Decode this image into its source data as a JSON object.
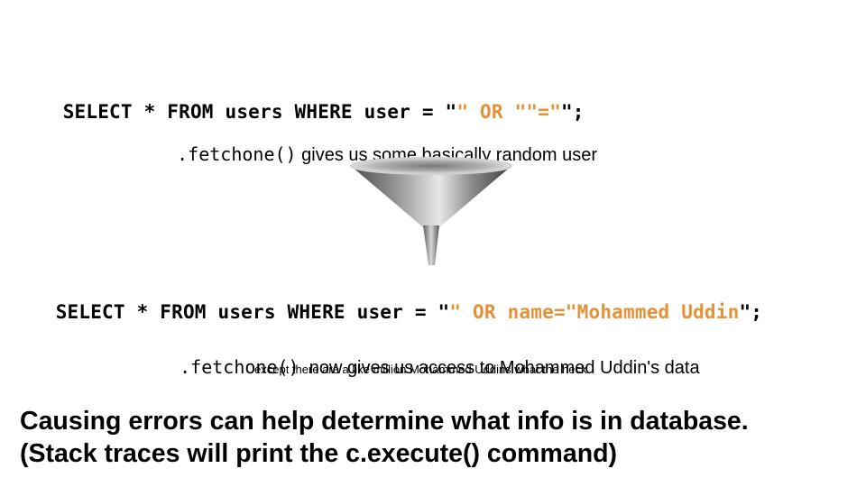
{
  "query1": {
    "part1": "SELECT * FROM users WHERE user = \"",
    "part2": "\" OR \"\"=\"",
    "part3": "\";"
  },
  "note1": {
    "code": ".fetchone()",
    "text": " gives us some basically random user"
  },
  "funnel_icon": "funnel-image",
  "query2": {
    "part1": "SELECT * FROM users WHERE user = \"",
    "part2": "\" OR name=\"Mohammed Uddin",
    "part3": "\";"
  },
  "note2": {
    "code": ".fetchone()",
    "text": "  now gives us access to Mohammed Uddin's data"
  },
  "note3": "except there are a like million Mohammed Uddins what the heck",
  "footer": {
    "line1": "Causing errors can help determine what info is in database.",
    "line2": "(Stack traces will print the c.execute() command)"
  },
  "colors": {
    "highlight": "#e69138",
    "text": "#000000"
  }
}
